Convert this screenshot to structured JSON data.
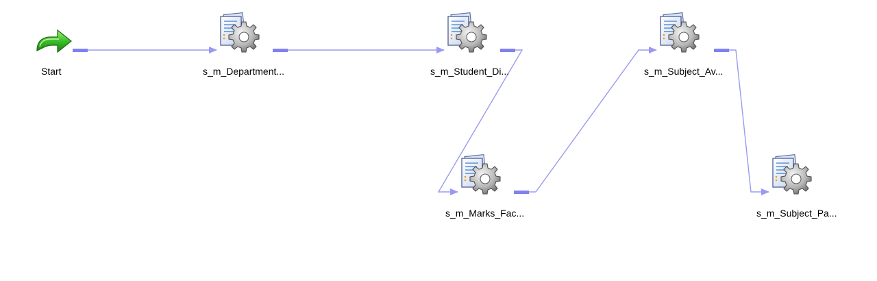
{
  "workflow": {
    "start": {
      "label": "Start",
      "icon": "start-arrow-icon"
    },
    "sessions": [
      {
        "id": "dept",
        "label": "s_m_Department...",
        "icon": "session-task-icon"
      },
      {
        "id": "student",
        "label": "s_m_Student_Di...",
        "icon": "session-task-icon"
      },
      {
        "id": "marks",
        "label": "s_m_Marks_Fac...",
        "icon": "session-task-icon"
      },
      {
        "id": "subj_av",
        "label": "s_m_Subject_Av...",
        "icon": "session-task-icon"
      },
      {
        "id": "subj_pa",
        "label": "s_m_Subject_Pa...",
        "icon": "session-task-icon"
      }
    ],
    "link_color": "#9a9af0",
    "link_stub_color": "#8080f0"
  }
}
